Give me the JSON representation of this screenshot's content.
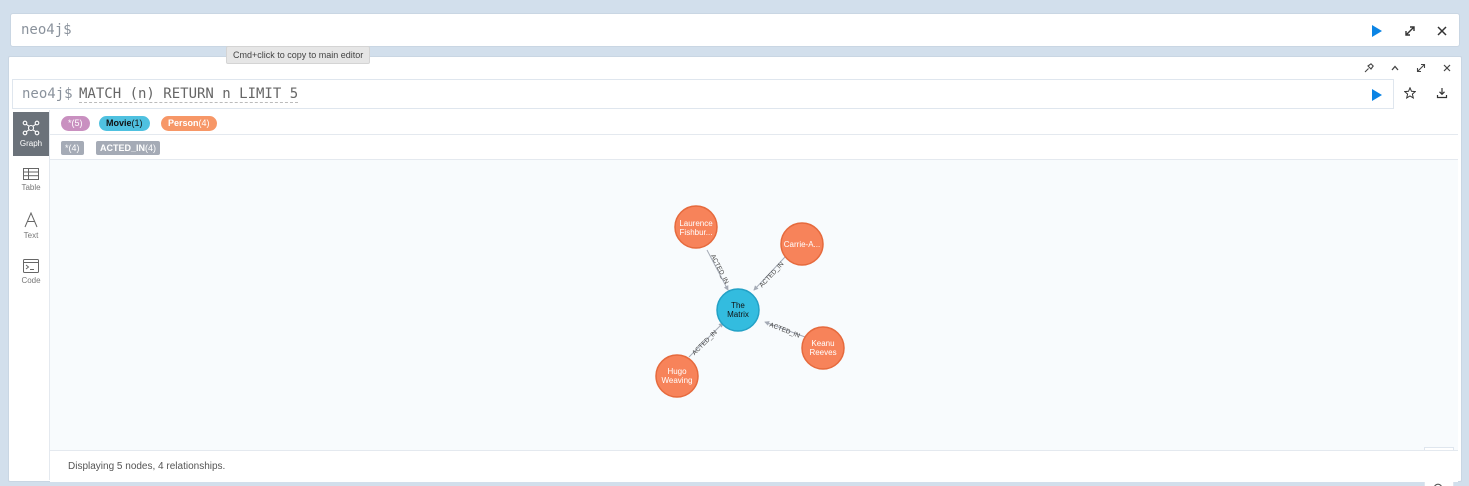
{
  "main_editor": {
    "prompt": "neo4j$"
  },
  "frame": {
    "prompt": "neo4j$",
    "query": "MATCH (n) RETURN n LIMIT 5",
    "tooltip": "Cmd+click to copy to main editor"
  },
  "sidebar": {
    "items": [
      {
        "label": "Graph",
        "icon": "graph-icon",
        "active": true
      },
      {
        "label": "Table",
        "icon": "table-icon",
        "active": false
      },
      {
        "label": "Text",
        "icon": "text-icon",
        "active": false
      },
      {
        "label": "Code",
        "icon": "code-icon",
        "active": false
      }
    ]
  },
  "legend": {
    "nodes": [
      {
        "label": "*",
        "count": "(5)",
        "color": "#c990c0"
      },
      {
        "label": "Movie",
        "count": "(1)",
        "color": "#4fc1e0"
      },
      {
        "label": "Person",
        "count": "(4)",
        "color": "#f79767"
      }
    ],
    "relationships": [
      {
        "label": "*",
        "count": "(4)"
      },
      {
        "label": "ACTED_IN",
        "count": "(4)"
      }
    ]
  },
  "graph": {
    "movie_color": "#33bcdf",
    "person_color": "#f7835a",
    "nodes": [
      {
        "id": "matrix",
        "line1": "The",
        "line2": "Matrix"
      },
      {
        "id": "laurence",
        "line1": "Laurence",
        "line2": "Fishbur..."
      },
      {
        "id": "carrie",
        "line1": "Carrie-A...",
        "line2": ""
      },
      {
        "id": "keanu",
        "line1": "Keanu",
        "line2": "Reeves"
      },
      {
        "id": "hugo",
        "line1": "Hugo",
        "line2": "Weaving"
      }
    ],
    "rel_label": "ACTED_IN"
  },
  "status": "Displaying 5 nodes, 4 relationships."
}
